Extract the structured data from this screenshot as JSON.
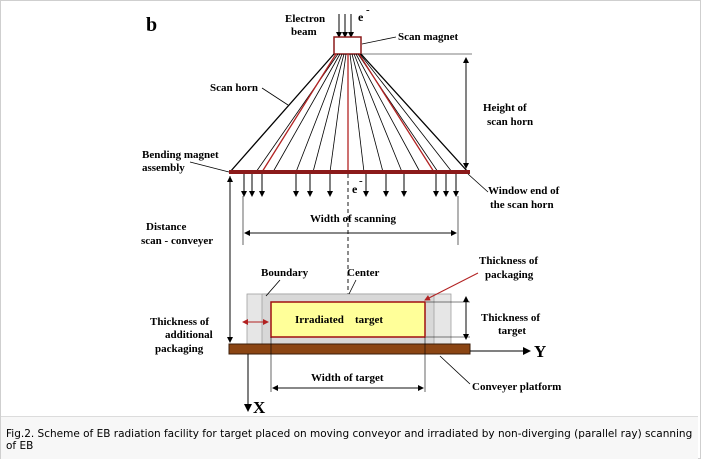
{
  "figure": {
    "panel_letter": "b",
    "labels": {
      "electron_beam_1": "Electron",
      "electron_beam_2": "beam",
      "e_top": "e",
      "e_bottom": "e",
      "e_superscript": "-",
      "scan_magnet": "Scan magnet",
      "scan_horn": "Scan horn",
      "height_1": "Height of",
      "height_2": "scan horn",
      "bending_1": "Bending magnet",
      "bending_2": "assembly",
      "window_1": "Window end of",
      "window_2": "the scan horn",
      "distance_1": "Distance",
      "distance_2": "scan - conveyer",
      "width_scanning": "Width  of  scanning",
      "thickness_pack_1": "Thickness of",
      "thickness_pack_2": "packaging",
      "boundary": "Boundary",
      "center": "Center",
      "irradiated": "Irradiated",
      "target_word": "target",
      "thickness_target_1": "Thickness of",
      "thickness_target_2": "target",
      "thickness_add_1": "Thickness of",
      "thickness_add_2": "additional",
      "thickness_add_3": "packaging",
      "axis_y": "Y",
      "axis_x": "X",
      "width_target": "Width of target",
      "conveyer": "Conveyer platform"
    },
    "colors": {
      "horn_red": "#b22222",
      "window_bar": "#8b1a1a",
      "platform": "#8b4513",
      "target_fill": "#ffff99",
      "target_border": "#a01010",
      "packaging_fill": "#e6e6e6"
    }
  },
  "caption": "Fig.2. Scheme of EB radiation facility for target placed on moving conveyor and irradiated by non-diverging (parallel ray) scanning of EB"
}
